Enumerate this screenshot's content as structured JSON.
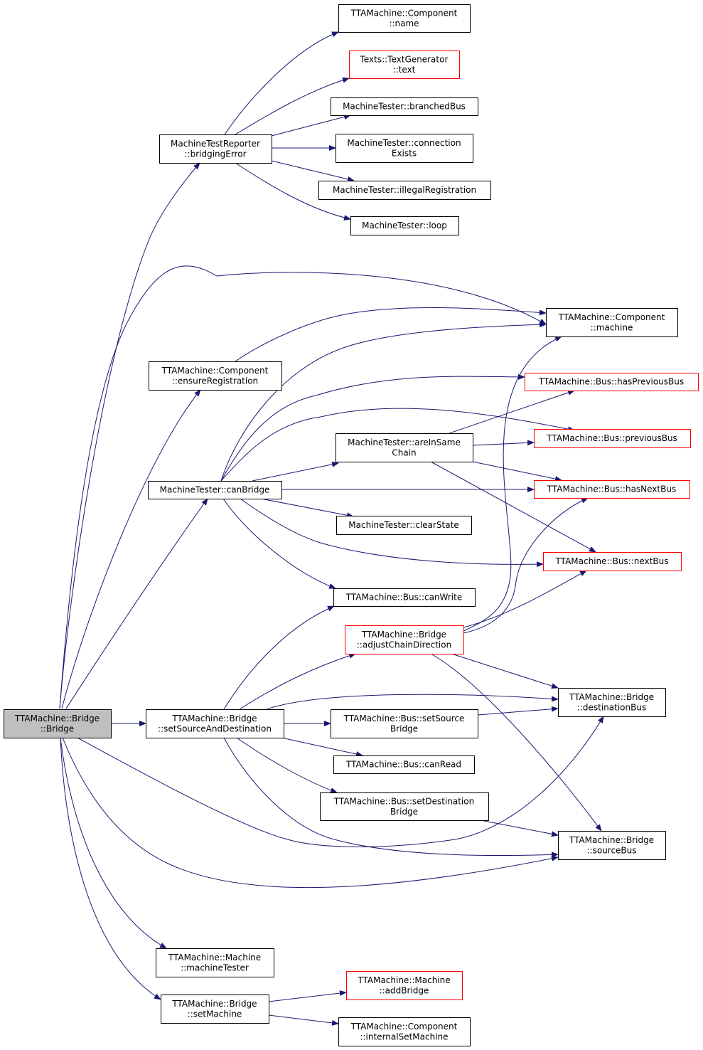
{
  "colors": {
    "edge": "#191970",
    "node_border": "#000000",
    "node_border_truncated": "#ff0000",
    "root_fill": "#bfbfbf",
    "node_fill": "#ffffff"
  },
  "nodes": [
    {
      "id": "bridge_ctor",
      "lines": [
        "TTAMachine::Bridge",
        "::Bridge"
      ],
      "style": "root"
    },
    {
      "id": "bridging_error",
      "lines": [
        "MachineTestReporter",
        "::bridgingError"
      ],
      "style": "normal"
    },
    {
      "id": "component_name",
      "lines": [
        "TTAMachine::Component",
        "::name"
      ],
      "style": "normal"
    },
    {
      "id": "text_generator_text",
      "lines": [
        "Texts::TextGenerator",
        "::text"
      ],
      "style": "truncated"
    },
    {
      "id": "branched_bus",
      "lines": [
        "MachineTester::branchedBus"
      ],
      "style": "normal"
    },
    {
      "id": "connection_exists",
      "lines": [
        "MachineTester::connection",
        "Exists"
      ],
      "style": "normal"
    },
    {
      "id": "illegal_registration",
      "lines": [
        "MachineTester::illegalRegistration"
      ],
      "style": "normal"
    },
    {
      "id": "loop",
      "lines": [
        "MachineTester::loop"
      ],
      "style": "normal"
    },
    {
      "id": "component_machine",
      "lines": [
        "TTAMachine::Component",
        "::machine"
      ],
      "style": "normal"
    },
    {
      "id": "ensure_registration",
      "lines": [
        "TTAMachine::Component",
        "::ensureRegistration"
      ],
      "style": "normal"
    },
    {
      "id": "has_previous_bus",
      "lines": [
        "TTAMachine::Bus::hasPreviousBus"
      ],
      "style": "truncated"
    },
    {
      "id": "are_in_same_chain",
      "lines": [
        "MachineTester::areInSame",
        "Chain"
      ],
      "style": "normal"
    },
    {
      "id": "previous_bus",
      "lines": [
        "TTAMachine::Bus::previousBus"
      ],
      "style": "truncated"
    },
    {
      "id": "can_bridge",
      "lines": [
        "MachineTester::canBridge"
      ],
      "style": "normal"
    },
    {
      "id": "has_next_bus",
      "lines": [
        "TTAMachine::Bus::hasNextBus"
      ],
      "style": "truncated"
    },
    {
      "id": "clear_state",
      "lines": [
        "MachineTester::clearState"
      ],
      "style": "normal"
    },
    {
      "id": "next_bus",
      "lines": [
        "TTAMachine::Bus::nextBus"
      ],
      "style": "truncated"
    },
    {
      "id": "can_write",
      "lines": [
        "TTAMachine::Bus::canWrite"
      ],
      "style": "normal"
    },
    {
      "id": "adjust_chain_direction",
      "lines": [
        "TTAMachine::Bridge",
        "::adjustChainDirection"
      ],
      "style": "truncated"
    },
    {
      "id": "destination_bus",
      "lines": [
        "TTAMachine::Bridge",
        "::destinationBus"
      ],
      "style": "normal"
    },
    {
      "id": "set_source_and_destination",
      "lines": [
        "TTAMachine::Bridge",
        "::setSourceAndDestination"
      ],
      "style": "normal"
    },
    {
      "id": "set_source_bridge",
      "lines": [
        "TTAMachine::Bus::setSource",
        "Bridge"
      ],
      "style": "normal"
    },
    {
      "id": "can_read",
      "lines": [
        "TTAMachine::Bus::canRead"
      ],
      "style": "normal"
    },
    {
      "id": "set_destination_bridge",
      "lines": [
        "TTAMachine::Bus::setDestination",
        "Bridge"
      ],
      "style": "normal"
    },
    {
      "id": "source_bus",
      "lines": [
        "TTAMachine::Bridge",
        "::sourceBus"
      ],
      "style": "normal"
    },
    {
      "id": "machine_tester",
      "lines": [
        "TTAMachine::Machine",
        "::machineTester"
      ],
      "style": "normal"
    },
    {
      "id": "add_bridge",
      "lines": [
        "TTAMachine::Machine",
        "::addBridge"
      ],
      "style": "truncated"
    },
    {
      "id": "set_machine",
      "lines": [
        "TTAMachine::Bridge",
        "::setMachine"
      ],
      "style": "normal"
    },
    {
      "id": "internal_set_machine",
      "lines": [
        "TTAMachine::Component",
        "::internalSetMachine"
      ],
      "style": "normal"
    }
  ],
  "edges": [
    {
      "from": "bridge_ctor",
      "to": "bridging_error"
    },
    {
      "from": "bridge_ctor",
      "to": "component_machine"
    },
    {
      "from": "bridge_ctor",
      "to": "ensure_registration"
    },
    {
      "from": "bridge_ctor",
      "to": "can_bridge"
    },
    {
      "from": "bridge_ctor",
      "to": "set_source_and_destination"
    },
    {
      "from": "bridge_ctor",
      "to": "destination_bus"
    },
    {
      "from": "bridge_ctor",
      "to": "source_bus"
    },
    {
      "from": "bridge_ctor",
      "to": "machine_tester"
    },
    {
      "from": "bridge_ctor",
      "to": "set_machine"
    },
    {
      "from": "bridging_error",
      "to": "component_name"
    },
    {
      "from": "bridging_error",
      "to": "text_generator_text"
    },
    {
      "from": "bridging_error",
      "to": "branched_bus"
    },
    {
      "from": "bridging_error",
      "to": "connection_exists"
    },
    {
      "from": "bridging_error",
      "to": "illegal_registration"
    },
    {
      "from": "bridging_error",
      "to": "loop"
    },
    {
      "from": "ensure_registration",
      "to": "component_machine"
    },
    {
      "from": "can_bridge",
      "to": "component_machine"
    },
    {
      "from": "can_bridge",
      "to": "has_previous_bus"
    },
    {
      "from": "can_bridge",
      "to": "previous_bus"
    },
    {
      "from": "can_bridge",
      "to": "are_in_same_chain"
    },
    {
      "from": "can_bridge",
      "to": "has_next_bus"
    },
    {
      "from": "can_bridge",
      "to": "clear_state"
    },
    {
      "from": "can_bridge",
      "to": "next_bus"
    },
    {
      "from": "can_bridge",
      "to": "can_write"
    },
    {
      "from": "are_in_same_chain",
      "to": "has_previous_bus"
    },
    {
      "from": "are_in_same_chain",
      "to": "previous_bus"
    },
    {
      "from": "are_in_same_chain",
      "to": "has_next_bus"
    },
    {
      "from": "are_in_same_chain",
      "to": "next_bus"
    },
    {
      "from": "adjust_chain_direction",
      "to": "component_machine"
    },
    {
      "from": "adjust_chain_direction",
      "to": "has_next_bus"
    },
    {
      "from": "adjust_chain_direction",
      "to": "next_bus"
    },
    {
      "from": "adjust_chain_direction",
      "to": "destination_bus"
    },
    {
      "from": "adjust_chain_direction",
      "to": "source_bus"
    },
    {
      "from": "set_source_and_destination",
      "to": "can_write"
    },
    {
      "from": "set_source_and_destination",
      "to": "adjust_chain_direction"
    },
    {
      "from": "set_source_and_destination",
      "to": "destination_bus"
    },
    {
      "from": "set_source_and_destination",
      "to": "set_source_bridge"
    },
    {
      "from": "set_source_and_destination",
      "to": "can_read"
    },
    {
      "from": "set_source_and_destination",
      "to": "set_destination_bridge"
    },
    {
      "from": "set_source_and_destination",
      "to": "source_bus"
    },
    {
      "from": "set_source_bridge",
      "to": "destination_bus"
    },
    {
      "from": "set_destination_bridge",
      "to": "source_bus"
    },
    {
      "from": "set_machine",
      "to": "add_bridge"
    },
    {
      "from": "set_machine",
      "to": "internal_set_machine"
    }
  ]
}
